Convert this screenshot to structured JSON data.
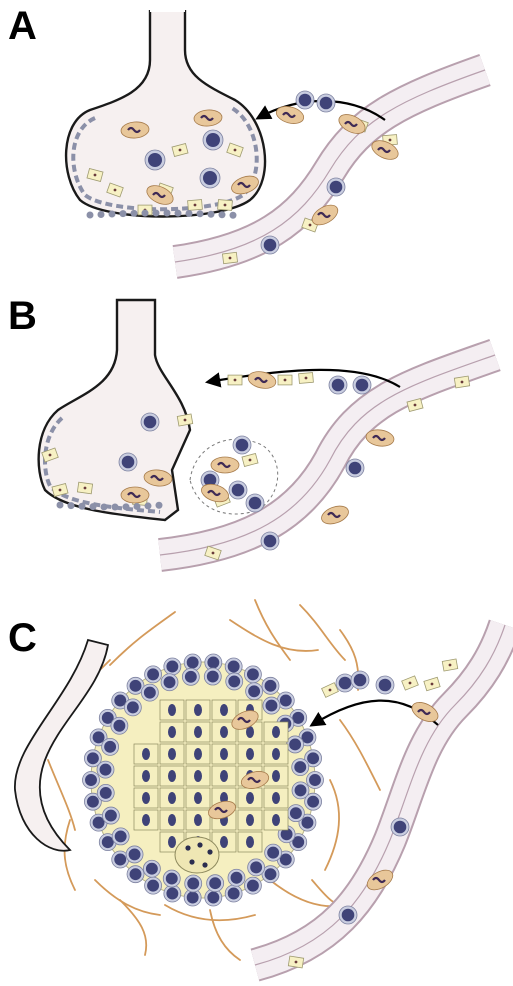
{
  "panels": [
    {
      "id": "A",
      "label": "A"
    },
    {
      "id": "B",
      "label": "B"
    },
    {
      "id": "C",
      "label": "C"
    }
  ],
  "colors": {
    "vessel_wall": "#b8a0ae",
    "vessel_fill": "#f4eef2",
    "acinus_fill": "#f6f0f0",
    "acinus_outline": "#1a1a1a",
    "lining_cell": "#8b90a8",
    "nucleus": "#3f4378",
    "lymphocyte_ring": "#c9cde0",
    "yellow_cell": "#f7f1c4",
    "macrophage": "#e8c79a",
    "fiber": "#d49a5a",
    "granuloma_core": "#f5efc0",
    "arrow": "#000000"
  },
  "icons": {
    "vessel": "blood-vessel",
    "acinus": "lobular-acinus",
    "lymphocyte": "lymphocyte-cell",
    "macrophage": "macrophage-cell",
    "arrow": "migration-arrow",
    "fibers": "collagen-fibers",
    "granuloma": "granuloma-cluster"
  }
}
